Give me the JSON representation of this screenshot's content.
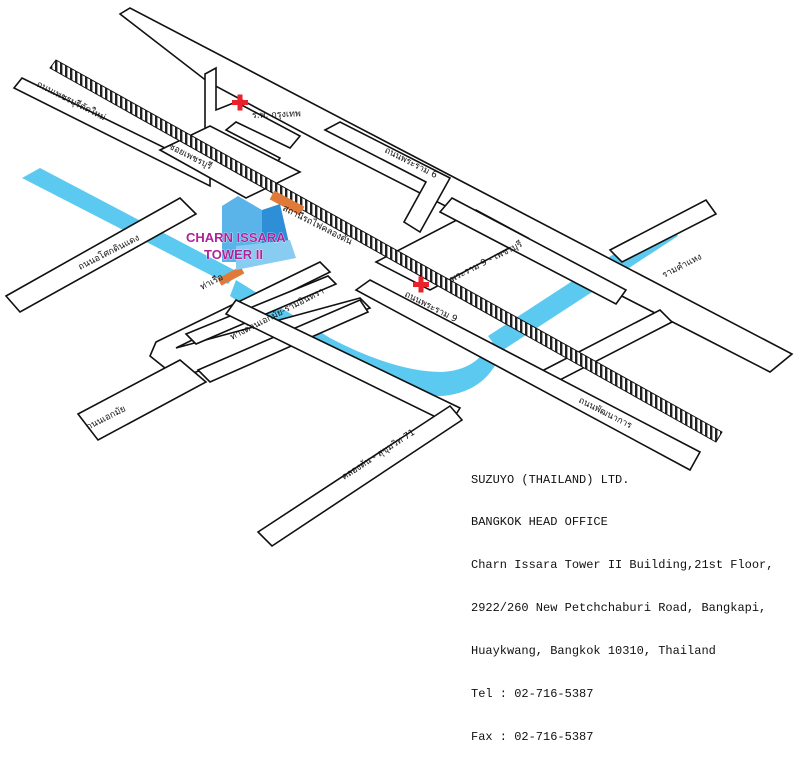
{
  "map": {
    "landmark": {
      "name_line1": "CHARN ISSARA",
      "name_line2": "TOWER II",
      "color": "#b0229a"
    },
    "roads": {
      "phetchaburi_tat_mai": "ถนนเพชรบุรีตัดใหม่",
      "soi_phetchaburi": "ซอยเพชรบุรี",
      "rama9_top": "ถนนพระราม 6",
      "rama9_petchburi": "พระราม 9 - เพชรบุรี",
      "ramkhamhaeng": "รามคำแหง",
      "asok_left": "ถนนอโศกดินแดง",
      "airport_link_station": "สถานีรถไฟคลองตัน",
      "tha_rua": "ท่าเรือ",
      "ekkamai_ramindra": "ทางด่วนเอกมัย-รามอินทรา",
      "rama9_road": "ถนนพระราม 9",
      "ekkamai_left": "ถนนเอกมัย",
      "pattanakarn": "ถนนพัฒนาการ",
      "khlong_tan_sukhumvit": "คลองตัน - สุขุมวิท 71"
    },
    "hospitals": [
      {
        "name": "ร.พ. กรุงเทพ",
        "icon": "red-cross-icon"
      },
      {
        "name": "",
        "icon": "red-cross-icon"
      }
    ],
    "colors": {
      "canal": "#5ccaf0",
      "building": "#5ab4ea",
      "station": "#e07a38",
      "cross": "#e8212a"
    }
  },
  "address": {
    "lines": [
      "SUZUYO (THAILAND) LTD.",
      "BANGKOK HEAD OFFICE",
      "Charn Issara Tower II Building,21st Floor,",
      "2922/260 New Petchchaburi Road, Bangkapi,",
      "Huaykwang, Bangkok 10310, Thailand",
      "Tel : 02-716-5387",
      "Fax : 02-716-5387"
    ]
  }
}
